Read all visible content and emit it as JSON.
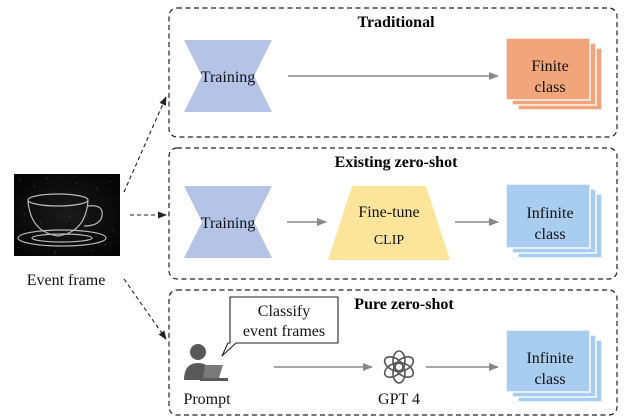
{
  "input": {
    "label": "Event frame"
  },
  "panels": {
    "traditional": {
      "title": "Traditional",
      "model_label": "Training",
      "output_label_1": "Finite",
      "output_label_2": "class"
    },
    "existing": {
      "title": "Existing zero-shot",
      "model_label": "Training",
      "finetune_label_1": "Fine-tune",
      "finetune_label_2": "CLIP",
      "output_label_1": "Infinite",
      "output_label_2": "class"
    },
    "pure": {
      "title": "Pure zero-shot",
      "speech_line_1": "Classify",
      "speech_line_2": "event frames",
      "prompt_label": "Prompt",
      "gpt_label": "GPT 4",
      "output_label_1": "Infinite",
      "output_label_2": "class"
    }
  },
  "colors": {
    "model_fill": "#b4c3e6",
    "finite_fill": "#f2a57a",
    "infinite_fill": "#a9cdef",
    "finetune_fill": "#fde49b"
  },
  "icons": {
    "prompt": "person-at-laptop-icon",
    "gpt": "openai-logo-icon"
  }
}
